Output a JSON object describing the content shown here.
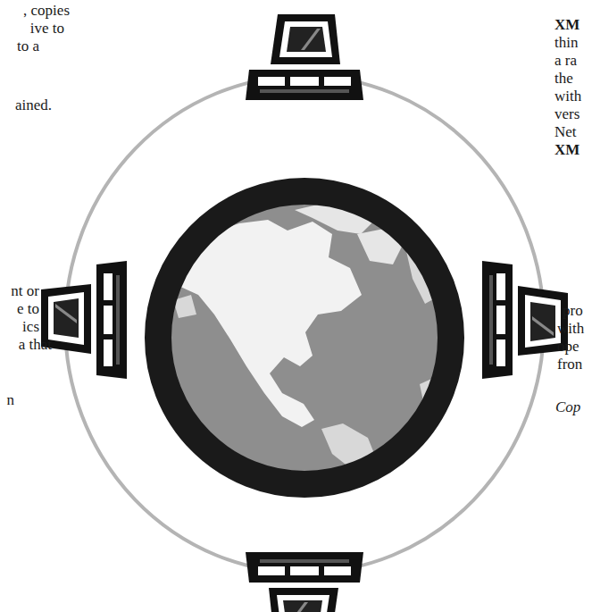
{
  "diagram": {
    "labels": [
      ", copies",
      "ive to",
      "to a",
      "ained.",
      "nt or",
      "e to",
      "ics",
      "a that",
      "n",
      "XM",
      "thin",
      "a ra",
      "the",
      "with",
      "vers",
      "Net",
      "XM",
      "pro",
      "with",
      "ope",
      "fron",
      "Cop"
    ]
  }
}
